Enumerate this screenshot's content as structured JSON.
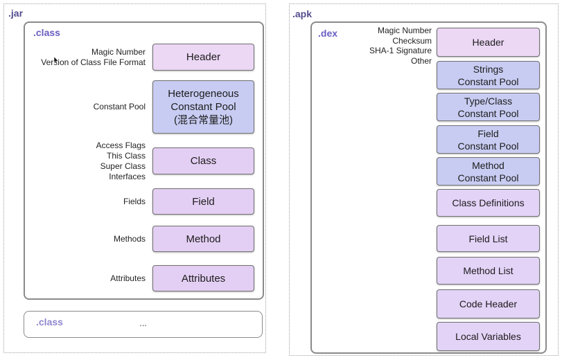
{
  "colors": {
    "pink": "#ecd7f5",
    "blue": "#c8ccf2",
    "purple": "#e4cff4",
    "purple2": "#e3d3f7",
    "box_border": "#707070",
    "panel_border": "#8a8a8a",
    "dashed_border": "#a0a0a0",
    "jar_label": "#524d8d",
    "class_label": "#675dc1",
    "class2_label": "#8f88cf",
    "text": "#1f1f1f"
  },
  "jar": {
    "label": ".jar",
    "class_file": {
      "label": ".class",
      "rows": [
        {
          "annotation": [
            "Magic Number",
            "Version of Class File Format"
          ],
          "box": [
            "Header"
          ]
        },
        {
          "annotation": [
            "Constant Pool"
          ],
          "box": [
            "Heterogeneous",
            "Constant Pool",
            "(混合常量池)"
          ]
        },
        {
          "annotation": [
            "Access Flags",
            "This Class",
            "Super Class",
            "Interfaces"
          ],
          "box": [
            "Class"
          ]
        },
        {
          "annotation": [
            "Fields"
          ],
          "box": [
            "Field"
          ]
        },
        {
          "annotation": [
            "Methods"
          ],
          "box": [
            "Method"
          ]
        },
        {
          "annotation": [
            "Attributes"
          ],
          "box": [
            "Attributes"
          ]
        }
      ]
    },
    "more": {
      "label": ".class",
      "ellipsis": "..."
    }
  },
  "apk": {
    "label": ".apk",
    "dex_file": {
      "label": ".dex",
      "annotation": [
        "Magic Number",
        "Checksum",
        "SHA-1 Signature",
        "Other"
      ],
      "boxes": [
        [
          "Header"
        ],
        [
          "Strings",
          "Constant Pool"
        ],
        [
          "Type/Class",
          "Constant Pool"
        ],
        [
          "Field",
          "Constant Pool"
        ],
        [
          "Method",
          "Constant Pool"
        ],
        [
          "Class Definitions"
        ],
        [
          "Field List"
        ],
        [
          "Method List"
        ],
        [
          "Code Header"
        ],
        [
          "Local Variables"
        ]
      ]
    }
  }
}
